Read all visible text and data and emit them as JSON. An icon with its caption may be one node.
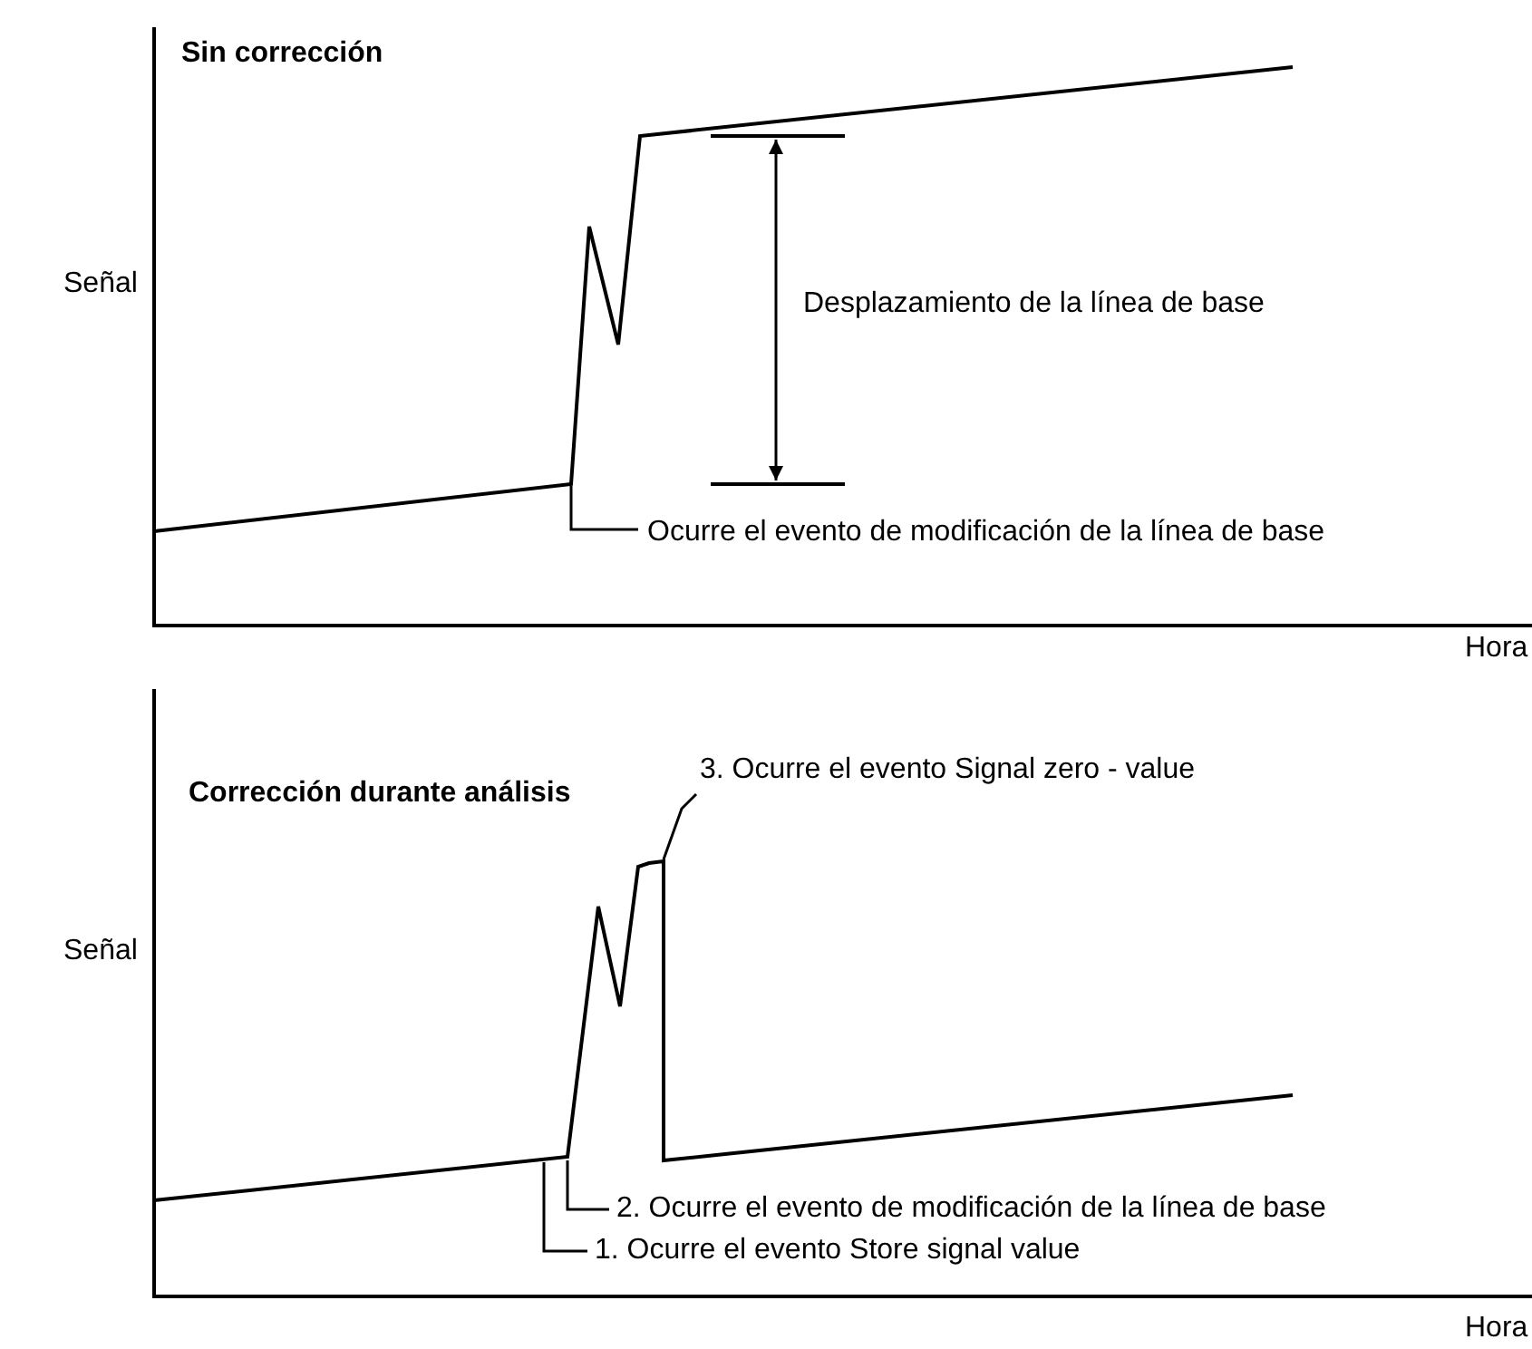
{
  "diagram": {
    "nodes": [
      {
        "text": [
          "Ocurre el evento de modificación de la línea de base"
        ]
      },
      {
        "text": [
          "3. Ocurre el evento Signal zero - value"
        ]
      },
      {
        "text": [
          "2. Ocurre el evento de modificación de la línea de base"
        ]
      },
      {
        "text": [
          "1. Ocurre el evento Store signal value"
        ]
      }
    ],
    "edges": [
      {
        "from": 0,
        "to": null,
        "arrow": "none"
      },
      {
        "from": 1,
        "to": null,
        "arrow": "none"
      },
      {
        "from": 2,
        "to": null,
        "arrow": "none"
      },
      {
        "from": 3,
        "to": null,
        "arrow": "none"
      }
    ],
    "labels": [
      "Sin corrección",
      "Señal",
      "Desplazamiento de la línea de base",
      "Hora",
      "Corrección durante análisis",
      "Señal",
      "Hora"
    ]
  }
}
